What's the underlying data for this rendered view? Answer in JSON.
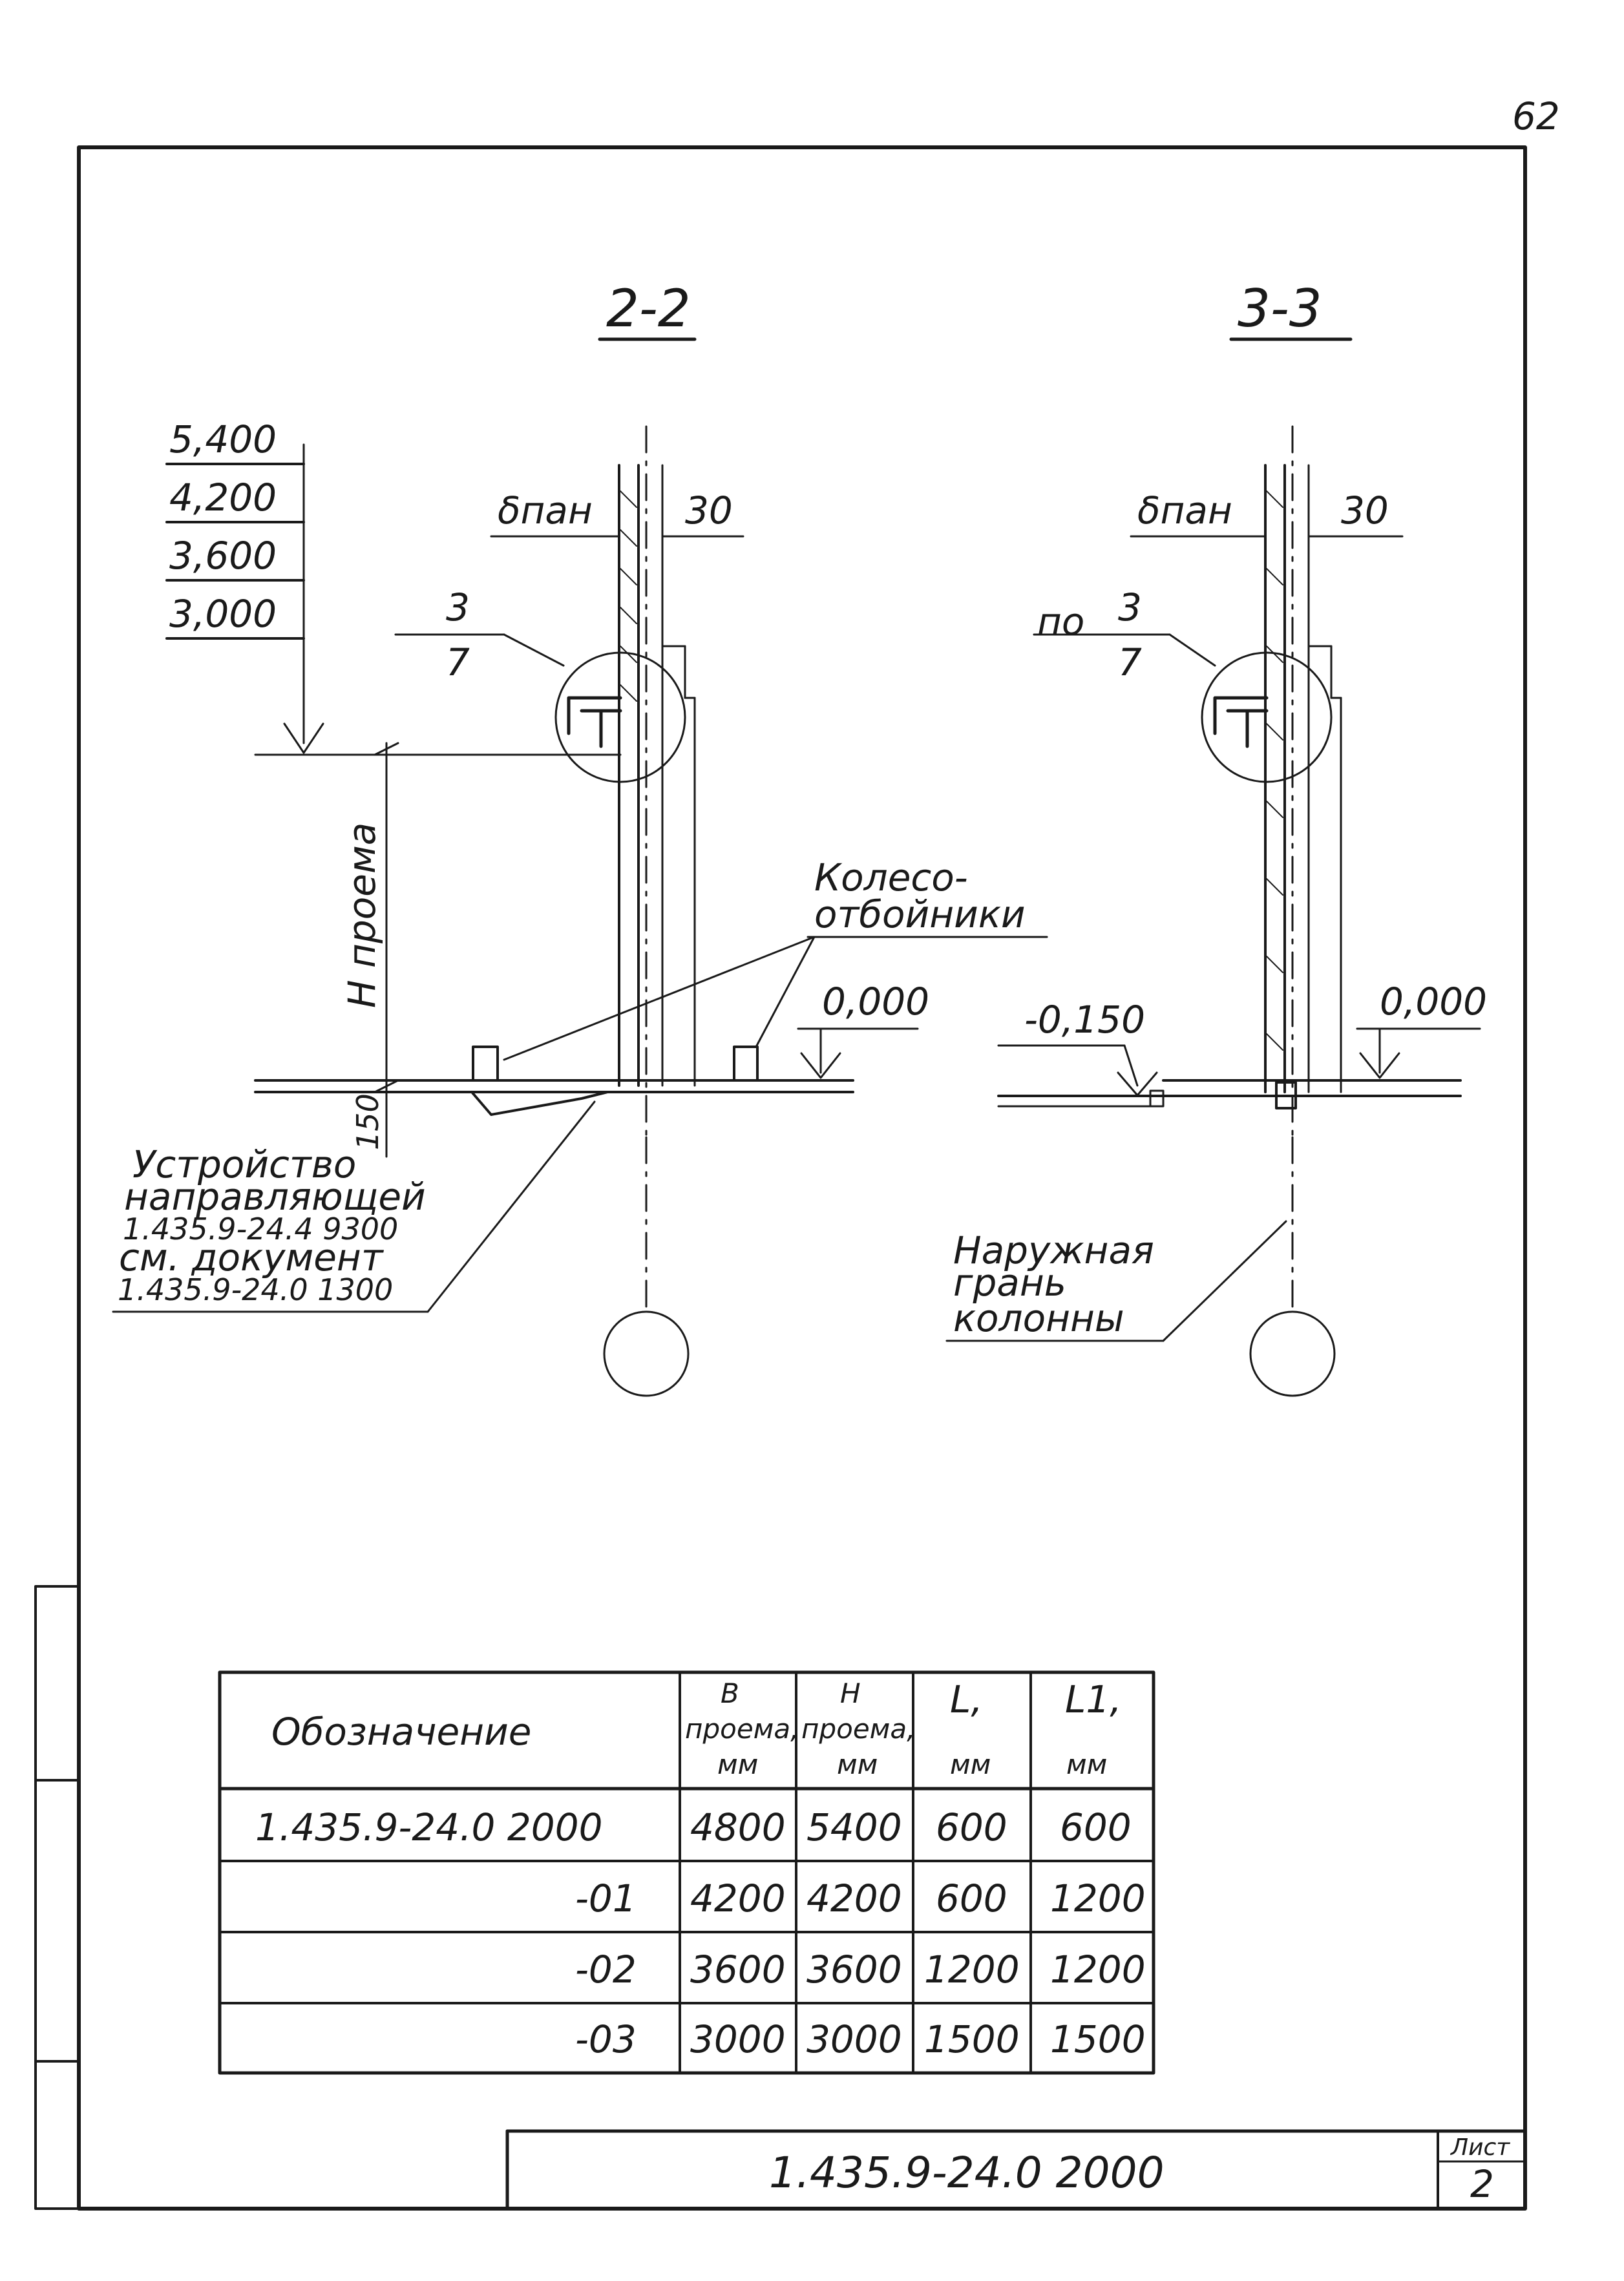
{
  "page_number": "62",
  "section_22": {
    "title": "2-2",
    "levels": [
      "5,400",
      "4,200",
      "3,600",
      "3,000"
    ],
    "gap_label": "δпан",
    "gap_value": "30",
    "callout_num": "3",
    "callout_den": "7",
    "opening_height": "H проема",
    "dim_150": "150",
    "bumpers": [
      "Колесо-",
      "отбойники"
    ],
    "zero_level": "0,000",
    "guide_note": [
      "Устройство",
      "направляющей",
      "1.435.9-24.4 9300",
      "см. документ",
      "1.435.9-24.0 1300"
    ]
  },
  "section_33": {
    "title": "3-3",
    "gap_label": "δпан",
    "gap_value": "30",
    "callout_prefix": "по",
    "callout_num": "3",
    "callout_den": "7",
    "minus_level": "-0,150",
    "zero_level": "0,000",
    "column_note": [
      "Наружная",
      "грань",
      "колонны"
    ]
  },
  "table": {
    "headers": [
      [
        "Обозначение"
      ],
      [
        "B",
        "проема,",
        "мм"
      ],
      [
        "H",
        "проема,",
        "мм"
      ],
      [
        "L,",
        "мм"
      ],
      [
        "L1,",
        "мм"
      ]
    ],
    "rows": [
      [
        "1.435.9-24.0 2000",
        "4800",
        "5400",
        "600",
        "600"
      ],
      [
        "-01",
        "4200",
        "4200",
        "600",
        "1200"
      ],
      [
        "-02",
        "3600",
        "3600",
        "1200",
        "1200"
      ],
      [
        "-03",
        "3000",
        "3000",
        "1500",
        "1500"
      ]
    ]
  },
  "stamp": {
    "document": "1.435.9-24.0 2000",
    "sheet_label": "Лист",
    "sheet_number": "2"
  }
}
